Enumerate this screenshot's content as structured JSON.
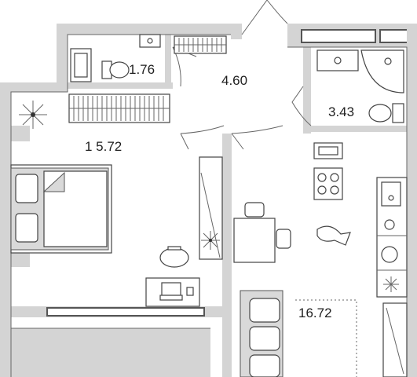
{
  "plan": {
    "rooms": [
      {
        "id": "bathroom",
        "area": "1.76"
      },
      {
        "id": "hallway",
        "area": "4.60"
      },
      {
        "id": "shower-room",
        "area": "3.43"
      },
      {
        "id": "bedroom",
        "area": "1 5.72"
      },
      {
        "id": "kitchen-living",
        "area": "16.72"
      }
    ],
    "colors": {
      "wall_fill": "#d4d4d4",
      "wall_stroke": "#555555",
      "furniture_stroke": "#444444",
      "bed_gray": "#d9d9d9",
      "background": "#ffffff"
    }
  }
}
